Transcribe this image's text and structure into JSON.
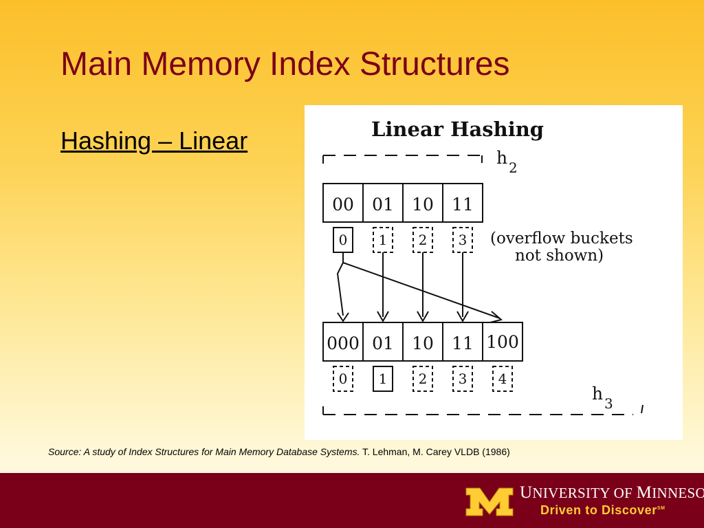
{
  "slide": {
    "title": "Main Memory Index Structures",
    "subtitle": "Hashing – Linear"
  },
  "figure": {
    "title": "Linear Hashing",
    "top_hash": "h",
    "top_hash_sub": "2",
    "top_buckets": [
      "00",
      "01",
      "10",
      "11"
    ],
    "top_numbers": [
      "0",
      "1",
      "2",
      "3"
    ],
    "note_line1": "(overflow buckets",
    "note_line2": "not shown)",
    "bottom_buckets": [
      "000",
      "01",
      "10",
      "11",
      "100"
    ],
    "bottom_numbers": [
      "0",
      "1",
      "2",
      "3",
      "4"
    ],
    "bottom_hash": "h",
    "bottom_hash_sub": "3"
  },
  "source": {
    "italic": "Source: A study of Index Structures for Main Memory Database Systems.",
    "plain": " T. Lehman, M. Carey VLDB (1986)"
  },
  "footer": {
    "university_first_cap": "U",
    "university_rest1": "NIVERSITY OF ",
    "university_second_cap": "M",
    "university_rest2": "INNESOTA",
    "tagline": "Driven to Discover",
    "tagline_mark": "SM",
    "colors": {
      "maroon": "#7a0019",
      "gold": "#ffcc33"
    }
  }
}
